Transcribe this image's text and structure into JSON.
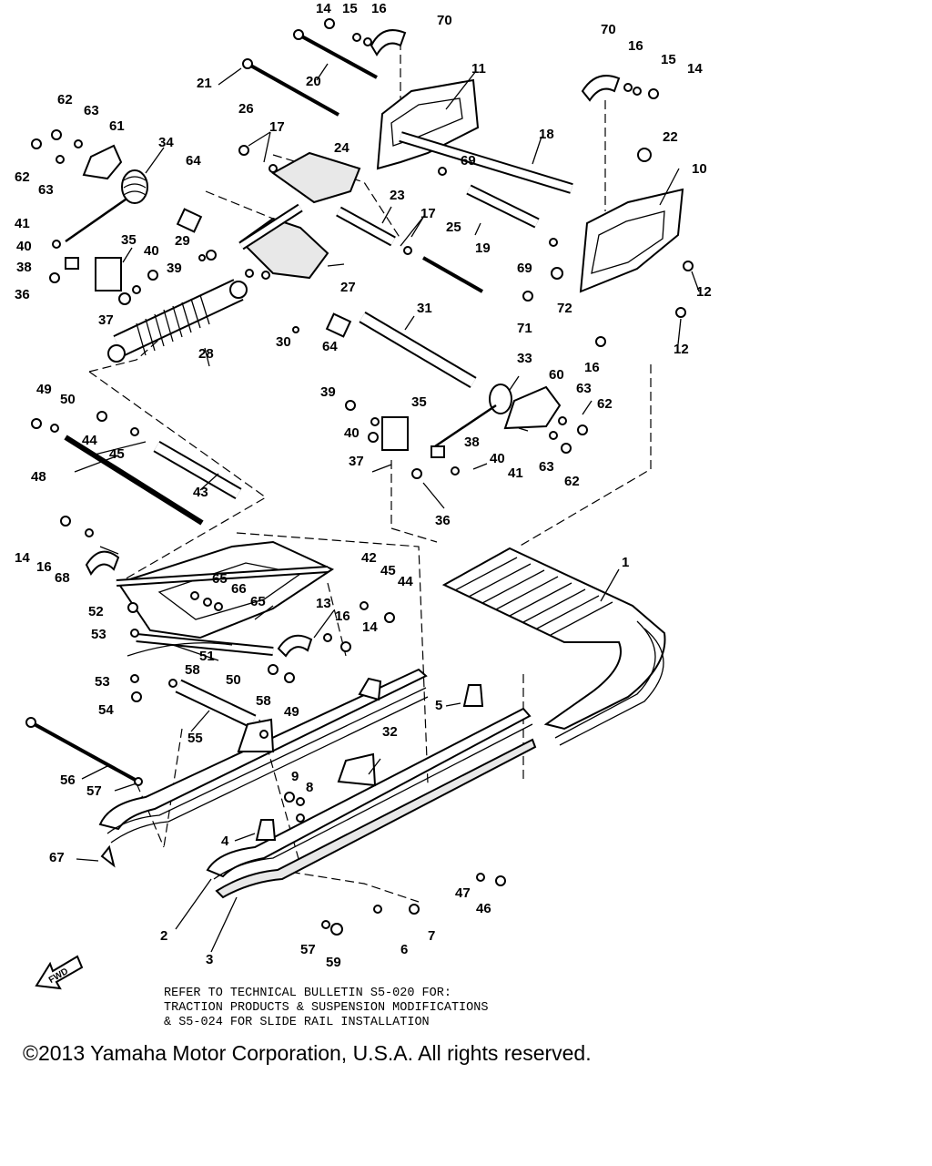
{
  "diagram": {
    "callouts": [
      "1",
      "2",
      "3",
      "4",
      "5",
      "6",
      "7",
      "8",
      "9",
      "10",
      "11",
      "12",
      "13",
      "14",
      "15",
      "16",
      "17",
      "18",
      "19",
      "20",
      "21",
      "22",
      "23",
      "24",
      "25",
      "26",
      "27",
      "28",
      "29",
      "30",
      "31",
      "32",
      "33",
      "34",
      "35",
      "36",
      "37",
      "38",
      "39",
      "40",
      "41",
      "42",
      "43",
      "44",
      "45",
      "46",
      "47",
      "48",
      "49",
      "50",
      "51",
      "52",
      "53",
      "54",
      "55",
      "56",
      "57",
      "58",
      "59",
      "60",
      "61",
      "62",
      "63",
      "64",
      "65",
      "66",
      "67",
      "68",
      "69",
      "70",
      "71",
      "72"
    ],
    "fwd_label": "FWD"
  },
  "note": {
    "lines": [
      "REFER TO TECHNICAL BULLETIN S5-020 FOR:",
      "TRACTION PRODUCTS & SUSPENSION MODIFICATIONS",
      "& S5-024 FOR SLIDE RAIL INSTALLATION"
    ]
  },
  "footer": {
    "copyright": "©2013 Yamaha Motor Corporation, U.S.A. All rights reserved."
  }
}
